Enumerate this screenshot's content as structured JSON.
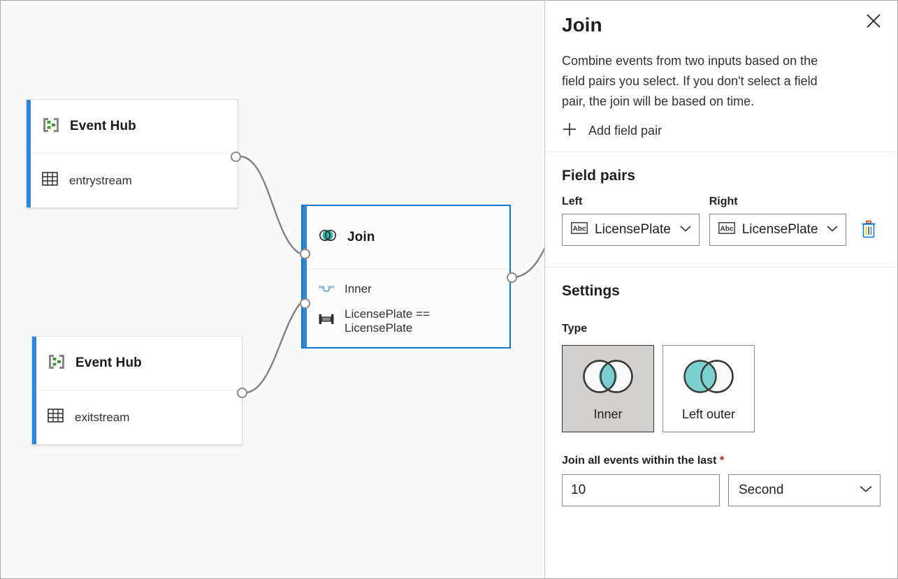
{
  "canvas": {
    "nodes": [
      {
        "id": "eventhub-entry",
        "icon": "event-hub-icon",
        "title": "Event Hub",
        "sub_icon": "table-icon",
        "sub": "entrystream"
      },
      {
        "id": "eventhub-exit",
        "icon": "event-hub-icon",
        "title": "Event Hub",
        "sub_icon": "table-icon",
        "sub": "exitstream"
      },
      {
        "id": "join-node",
        "icon": "join-venn-icon",
        "title": "Join",
        "type_icon": "inner-join-icon",
        "type_label": "Inner",
        "condition_icon": "field-pair-icon",
        "condition_label": "LicensePlate == LicensePlate"
      }
    ],
    "accent_color": "#2b88d8",
    "selected_border_color": "#0078d4",
    "background_color": "#faf9f9"
  },
  "panel": {
    "title": "Join",
    "close_icon": "close-icon",
    "description": "Combine events from two inputs based on the field pairs you select. If you don't select a field pair, the join will be based on time.",
    "add_field_pair": {
      "icon": "plus-icon",
      "label": "Add field pair"
    },
    "field_pairs": {
      "section_title": "Field pairs",
      "left_label": "Left",
      "right_label": "Right",
      "rows": [
        {
          "left_icon": "abc-string-icon",
          "left_value": "LicensePlate",
          "right_icon": "abc-string-icon",
          "right_value": "LicensePlate",
          "delete_icon": "trash-icon"
        }
      ],
      "chevron_icon": "chevron-down-icon"
    },
    "settings": {
      "section_title": "Settings",
      "type_label": "Type",
      "types": [
        {
          "label": "Inner",
          "icon": "inner-join-venn-icon",
          "selected": true
        },
        {
          "label": "Left outer",
          "icon": "left-outer-join-venn-icon",
          "selected": false
        }
      ],
      "window": {
        "label": "Join all events within the last",
        "required_marker": "*",
        "value": "10",
        "unit": "Second",
        "chevron_icon": "chevron-down-icon"
      }
    },
    "accent_color": "#0078d4",
    "required_color": "#a4262c",
    "venn_fill_color": "#7cd0d0"
  }
}
